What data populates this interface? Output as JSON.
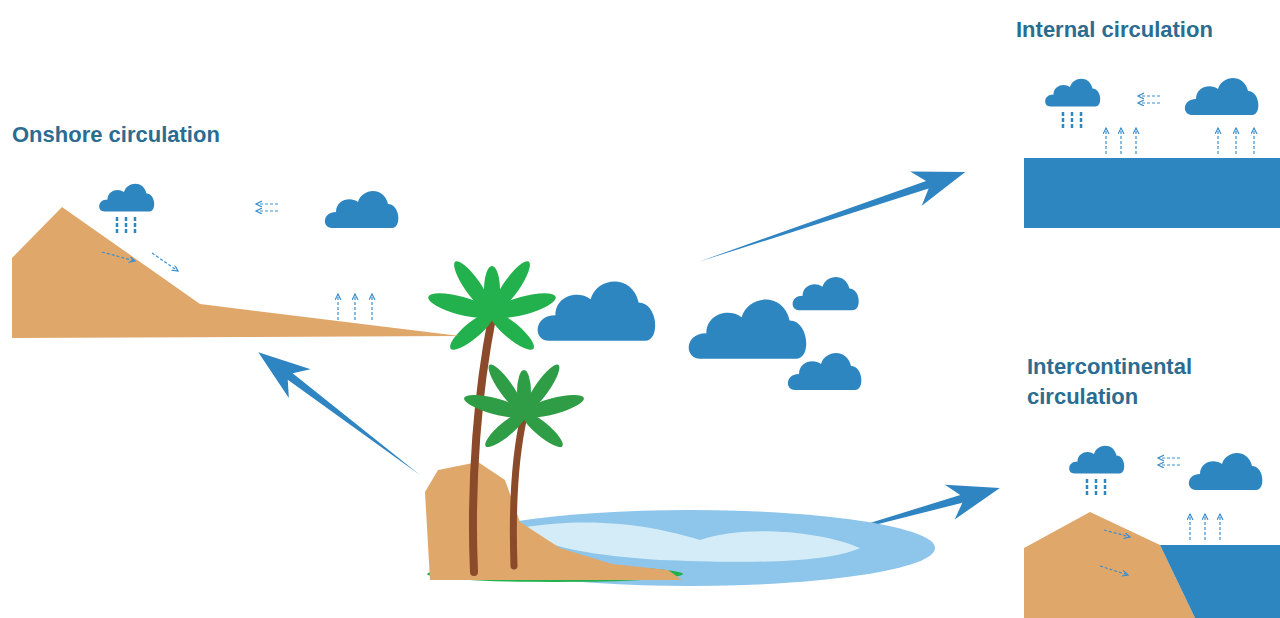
{
  "diagram": {
    "labels": [
      "Onshore circulation",
      "Internal circulation",
      "Intercontinental circulation"
    ]
  }
}
